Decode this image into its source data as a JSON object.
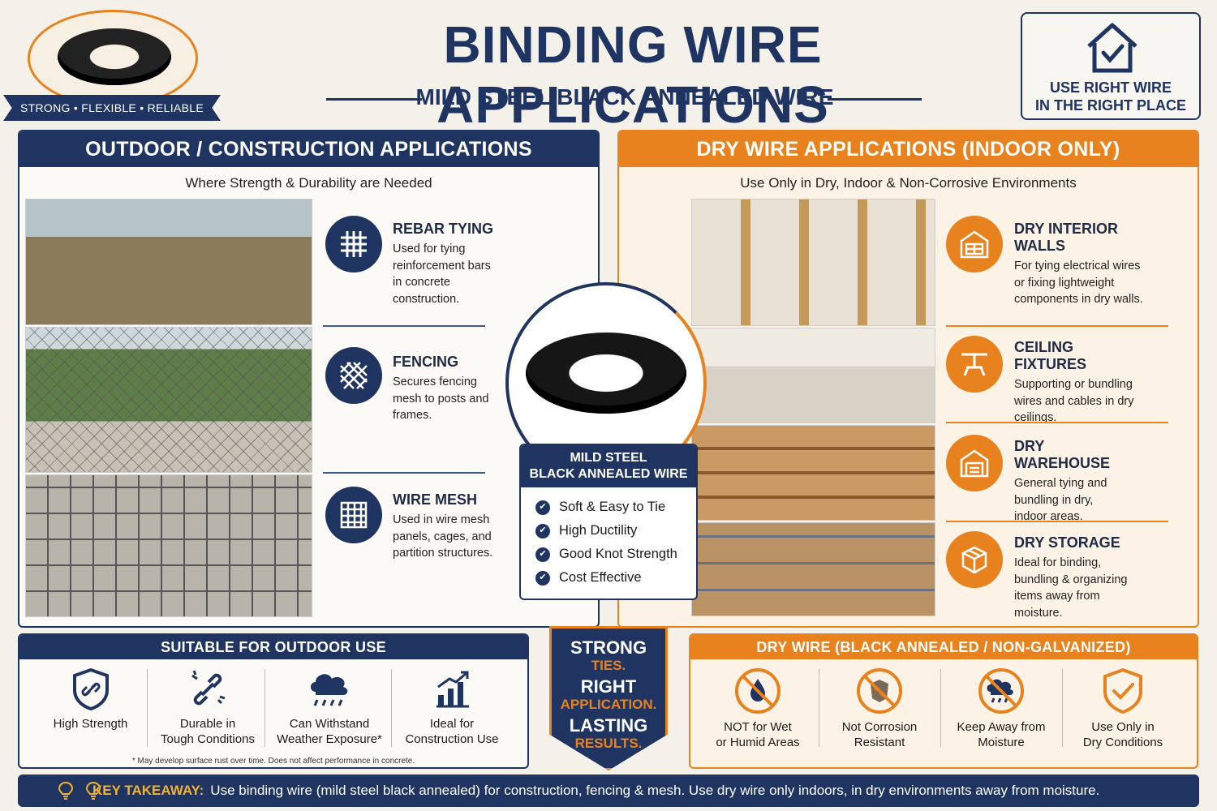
{
  "header": {
    "title": "BINDING WIRE APPLICATIONS",
    "subtitle": "MILD STEEL BLACK ANNEALED WIRE",
    "badge_ribbon": "STRONG • FLEXIBLE • RELIABLE",
    "use_box": {
      "line1": "USE RIGHT WIRE",
      "line2": "IN THE RIGHT PLACE",
      "icon": "house-check-icon"
    }
  },
  "outdoor": {
    "heading": "OUTDOOR / CONSTRUCTION APPLICATIONS",
    "subheading": "Where Strength & Durability are Needed",
    "apps": [
      {
        "title": "REBAR TYING",
        "desc": "Used for tying reinforcement bars in concrete construction.",
        "icon": "grid-icon"
      },
      {
        "title": "FENCING",
        "desc": "Secures fencing mesh to posts and frames.",
        "icon": "chain-link-icon"
      },
      {
        "title": "WIRE MESH",
        "desc": "Used in wire mesh panels, cages, and partition structures.",
        "icon": "mesh-icon"
      }
    ]
  },
  "dry": {
    "heading": "DRY WIRE APPLICATIONS (INDOOR ONLY)",
    "subheading": "Use Only in Dry, Indoor & Non-Corrosive Environments",
    "apps": [
      {
        "title": "DRY INTERIOR WALLS",
        "desc": "For tying electrical wires or fixing lightweight components in dry walls.",
        "icon": "wall-icon"
      },
      {
        "title": "CEILING FIXTURES",
        "desc": "Supporting or bundling wires and cables in dry ceilings.",
        "icon": "ceiling-icon"
      },
      {
        "title": "DRY WAREHOUSE",
        "desc": "General tying and bundling in dry, indoor areas.",
        "icon": "warehouse-icon"
      },
      {
        "title": "DRY STORAGE",
        "desc": "Ideal for binding, bundling & organizing items away from moisture.",
        "icon": "box-icon"
      }
    ]
  },
  "center": {
    "card_title_1": "MILD STEEL",
    "card_title_2": "BLACK ANNEALED WIRE",
    "features": [
      "Soft & Easy to Tie",
      "High Ductility",
      "Good Knot Strength",
      "Cost Effective"
    ]
  },
  "outdoor_use": {
    "heading": "SUITABLE FOR OUTDOOR USE",
    "items": [
      {
        "l1": "High Strength",
        "l2": "",
        "icon": "shield-link-icon"
      },
      {
        "l1": "Durable in",
        "l2": "Tough Conditions",
        "icon": "broken-chain-icon"
      },
      {
        "l1": "Can Withstand",
        "l2": "Weather Exposure*",
        "icon": "rain-cloud-icon"
      },
      {
        "l1": "Ideal for",
        "l2": "Construction Use",
        "icon": "chart-up-icon"
      }
    ],
    "note": "* May develop surface rust over time. Does not affect performance in concrete."
  },
  "shield": {
    "w1": "STRONG",
    "o1": "TIES.",
    "w2": "RIGHT",
    "o2": "APPLICATION.",
    "w3": "LASTING",
    "o3": "RESULTS."
  },
  "dry_wire": {
    "heading": "DRY WIRE (BLACK ANNEALED / NON-GALVANIZED)",
    "items": [
      {
        "l1": "NOT for Wet",
        "l2": "or Humid Areas",
        "icon": "no-water-icon"
      },
      {
        "l1": "Not Corrosion",
        "l2": "Resistant",
        "icon": "no-corrosion-icon"
      },
      {
        "l1": "Keep Away from",
        "l2": "Moisture",
        "icon": "no-rain-icon"
      },
      {
        "l1": "Use Only in",
        "l2": "Dry Conditions",
        "icon": "shield-check-icon"
      }
    ]
  },
  "takeaway": {
    "label": "KEY TAKEAWAY:",
    "text": "Use binding wire (mild steel black annealed) for construction, fencing & mesh. Use dry wire only indoors, in dry environments away from moisture."
  },
  "colors": {
    "navy": "#1f3461",
    "orange": "#e8821e",
    "background": "#f4f1ea"
  }
}
